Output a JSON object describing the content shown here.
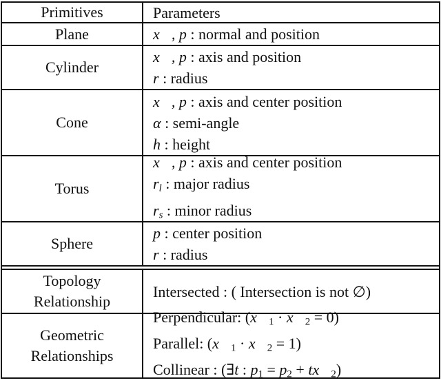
{
  "table": {
    "header": {
      "primitives": "Primitives",
      "parameters": "Parameters"
    },
    "rows": [
      {
        "name": "Plane",
        "lines": [
          [
            {
              "t": "x⃗, p",
              "s": "i"
            },
            {
              "t": " : normal and position"
            }
          ]
        ]
      },
      {
        "name": "Cylinder",
        "lines": [
          [
            {
              "t": "x⃗, p",
              "s": "i"
            },
            {
              "t": " : axis and position"
            }
          ],
          [
            {
              "t": "r",
              "s": "i"
            },
            {
              "t": " : radius"
            }
          ]
        ]
      },
      {
        "name": "Cone",
        "lines": [
          [
            {
              "t": "x⃗, p",
              "s": "i"
            },
            {
              "t": " : axis and center position"
            }
          ],
          [
            {
              "t": "α",
              "s": "i"
            },
            {
              "t": " : semi-angle"
            }
          ],
          [
            {
              "t": "h",
              "s": "i"
            },
            {
              "t": " : height"
            }
          ]
        ]
      },
      {
        "name": "Torus",
        "lines": [
          [
            {
              "t": "x⃗, p",
              "s": "i"
            },
            {
              "t": " : axis and center position"
            }
          ],
          [
            {
              "t": "r",
              "s": "i"
            },
            {
              "t": "l",
              "s": "sub"
            },
            {
              "t": " : major radius"
            }
          ],
          [
            {
              "t": "r",
              "s": "i"
            },
            {
              "t": "s",
              "s": "sub"
            },
            {
              "t": " : minor radius"
            }
          ]
        ]
      },
      {
        "name": "Sphere",
        "lines": [
          [
            {
              "t": "p",
              "s": "i"
            },
            {
              "t": " : center position"
            }
          ],
          [
            {
              "t": "r",
              "s": "i"
            },
            {
              "t": " : radius"
            }
          ]
        ]
      },
      {
        "name": "Topology Relationship",
        "lines": [
          [
            {
              "t": "Intersected : ( Intersection is not "
            },
            {
              "t": "∅"
            },
            {
              "t": ")"
            }
          ]
        ]
      },
      {
        "name": "Geometric Relationships",
        "lines": [
          [
            {
              "t": "Perpendicular: ("
            },
            {
              "t": "x⃗",
              "s": "i"
            },
            {
              "t": "1",
              "s": "subn"
            },
            {
              "t": " · "
            },
            {
              "t": "x⃗",
              "s": "i"
            },
            {
              "t": "2",
              "s": "subn"
            },
            {
              "t": " = 0)"
            }
          ],
          [
            {
              "t": "Parallel: ("
            },
            {
              "t": "x⃗",
              "s": "i"
            },
            {
              "t": "1",
              "s": "subn"
            },
            {
              "t": " · "
            },
            {
              "t": "x⃗",
              "s": "i"
            },
            {
              "t": "2",
              "s": "subn"
            },
            {
              "t": " = 1)"
            }
          ],
          [
            {
              "t": "Collinear : (∃"
            },
            {
              "t": "t",
              "s": "i"
            },
            {
              "t": " : "
            },
            {
              "t": "p",
              "s": "i"
            },
            {
              "t": "1",
              "s": "subn"
            },
            {
              "t": " = "
            },
            {
              "t": "p",
              "s": "i"
            },
            {
              "t": "2",
              "s": "subn"
            },
            {
              "t": " + "
            },
            {
              "t": "t",
              "s": "i"
            },
            {
              "t": "x⃗",
              "s": "i"
            },
            {
              "t": "2",
              "s": "subn"
            },
            {
              "t": ")"
            }
          ]
        ]
      }
    ],
    "colors": {
      "rule": "#111111",
      "background": "#ffffff",
      "text": "#111111"
    }
  }
}
